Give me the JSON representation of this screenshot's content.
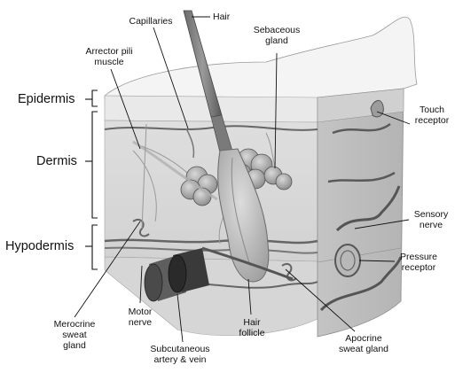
{
  "layers": {
    "epidermis": "Epidermis",
    "dermis": "Dermis",
    "hypodermis": "Hypodermis"
  },
  "labels": {
    "hair": "Hair",
    "capillaries": "Capillaries",
    "sebaceous_gland": "Sebaceous\ngland",
    "arrector_pili": "Arrector pili\nmuscle",
    "touch_receptor": "Touch\nreceptor",
    "sensory_nerve": "Sensory\nnerve",
    "pressure_receptor": "Pressure\nreceptor",
    "merocrine": "Merocrine\nsweat\ngland",
    "motor_nerve": "Motor\nnerve",
    "subcutaneous": "Subcutaneous\nartery & vein",
    "hair_follicle": "Hair\nfollicle",
    "apocrine": "Apocrine\nsweat gland"
  }
}
